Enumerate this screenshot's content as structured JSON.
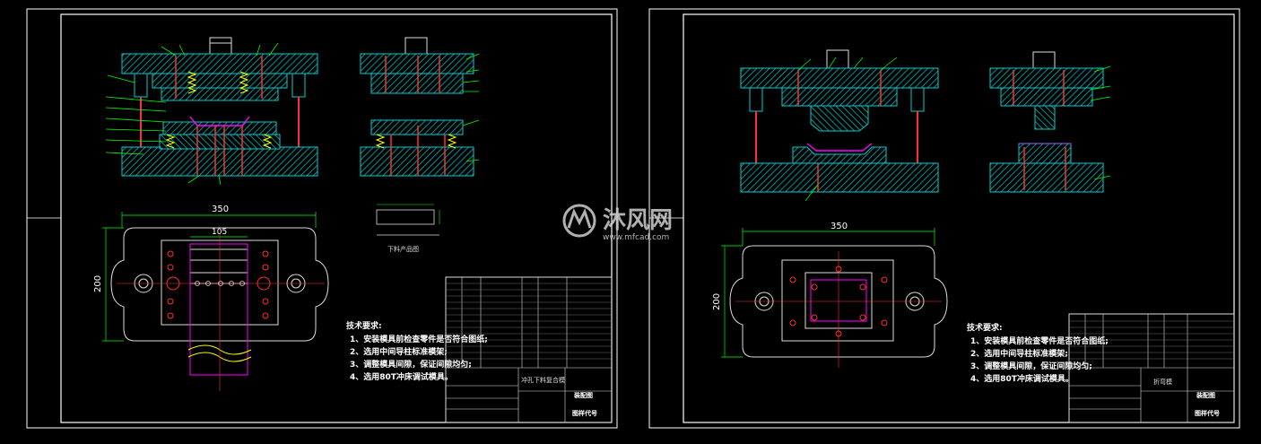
{
  "watermark": {
    "brand": "沐风网",
    "url": "www.mfcad.com"
  },
  "sheet_left": {
    "dimension_width": "350",
    "dimension_height": "200",
    "dimension_inner": "105",
    "product_caption": "下料产品图",
    "tech_req_title": "技术要求:",
    "tech_req_items": [
      "1、安装模具前检查零件是否符合图纸;",
      "2、选用中间导柱标准模架;",
      "3、调整模具间隙，保证间隙均匀;",
      "4、选用80T冲床调试模具。"
    ],
    "title_block": {
      "drawing_name": "冲孔下料复合模",
      "zone_label": "装配图",
      "code_label": "图样代号"
    }
  },
  "sheet_right": {
    "dimension_width": "350",
    "dimension_height": "200",
    "tech_req_title": "技术要求:",
    "tech_req_items": [
      "1、安装模具前检查零件是否符合图纸;",
      "2、选用中间导柱标准模架;",
      "3、调整模具间隙，保证间隙均匀;",
      "4、选用80T冲床调试模具。"
    ],
    "title_block": {
      "drawing_name": "折弯模",
      "zone_label": "装配图",
      "code_label": "图样代号"
    }
  },
  "colors": {
    "background": "#000000",
    "frame": "#ffffff",
    "hatch": "#00c8c8",
    "red": "#ff3030",
    "green": "#00ff00",
    "magenta": "#ff00ff",
    "yellow": "#ffff00"
  }
}
